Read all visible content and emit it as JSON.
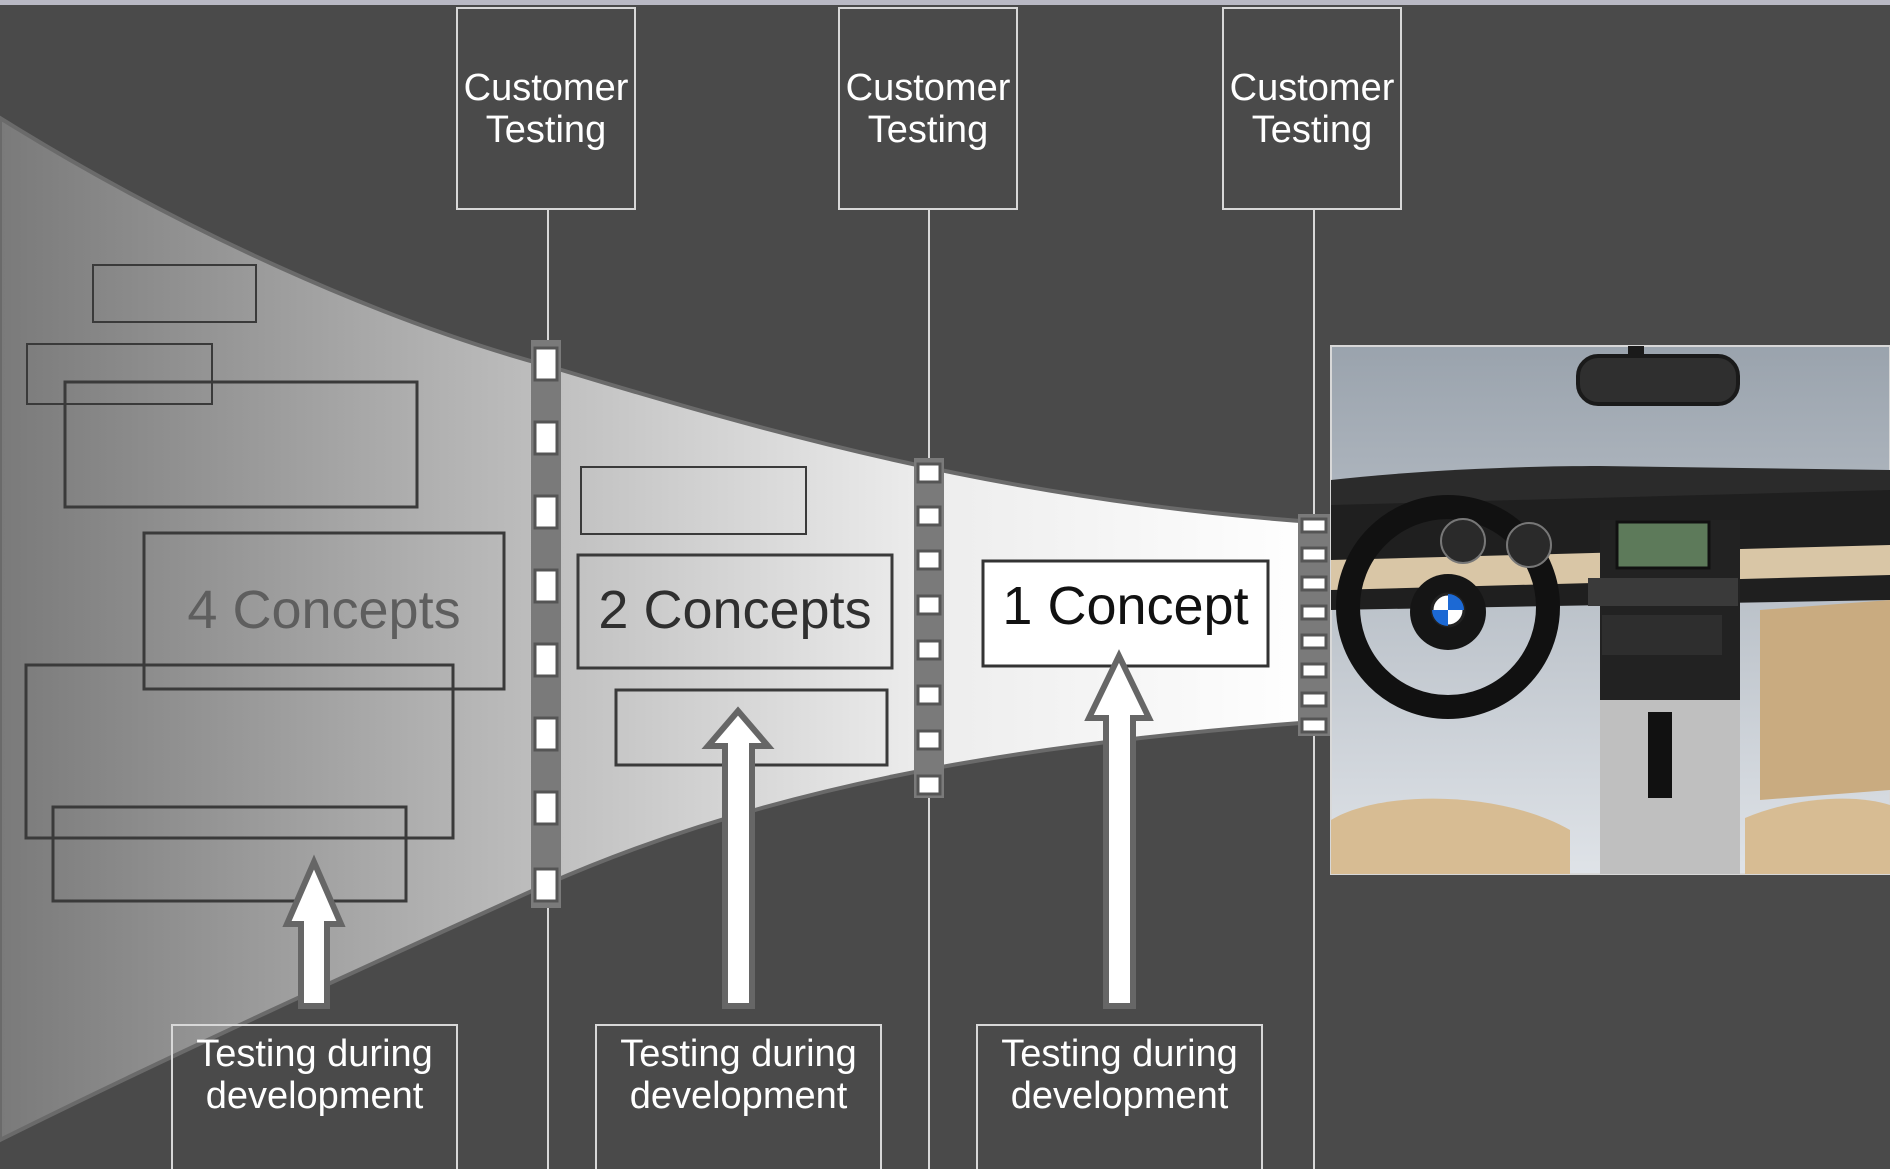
{
  "customer_testing": [
    "Customer\nTesting",
    "Customer\nTesting",
    "Customer\nTesting"
  ],
  "concepts": [
    "4 Concepts",
    "2 Concepts",
    "1 Concept"
  ],
  "dev_testing": [
    "Testing during\ndevelopment",
    "Testing during\ndevelopment",
    "Testing during\ndevelopment"
  ],
  "colors": {
    "background": "#4a4a4a",
    "funnel_dark": "#7a7a7a",
    "funnel_light": "#ffffff",
    "outline": "#333333",
    "arrow_stroke": "#666666",
    "label_border": "#d8d8d8",
    "label_text": "#ffffff"
  },
  "photo": {
    "subject": "car-interior-photo",
    "logo": "BMW"
  }
}
